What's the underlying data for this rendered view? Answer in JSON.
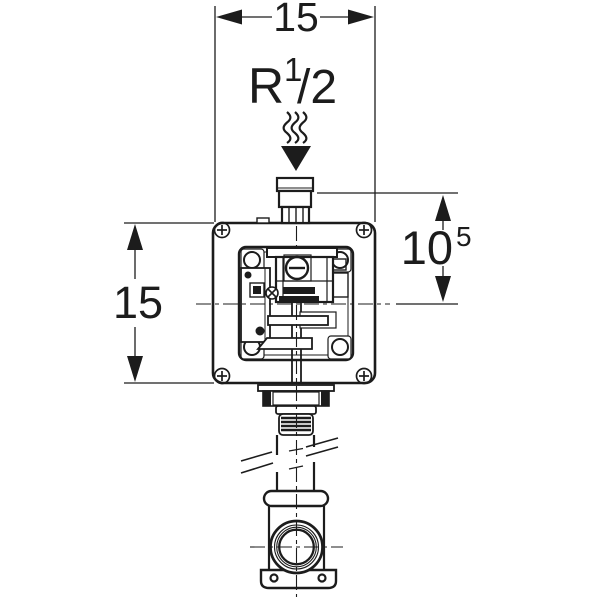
{
  "drawing": {
    "background": "#ffffff",
    "line_color": "#1c1c1c",
    "dimensions": {
      "top_width": "15",
      "left_height": "15",
      "right_offset": {
        "value": "10",
        "superscript": "5"
      }
    },
    "inlet": {
      "thread_prefix": "R",
      "thread_superscript": "1",
      "thread_suffix": "/2"
    }
  }
}
